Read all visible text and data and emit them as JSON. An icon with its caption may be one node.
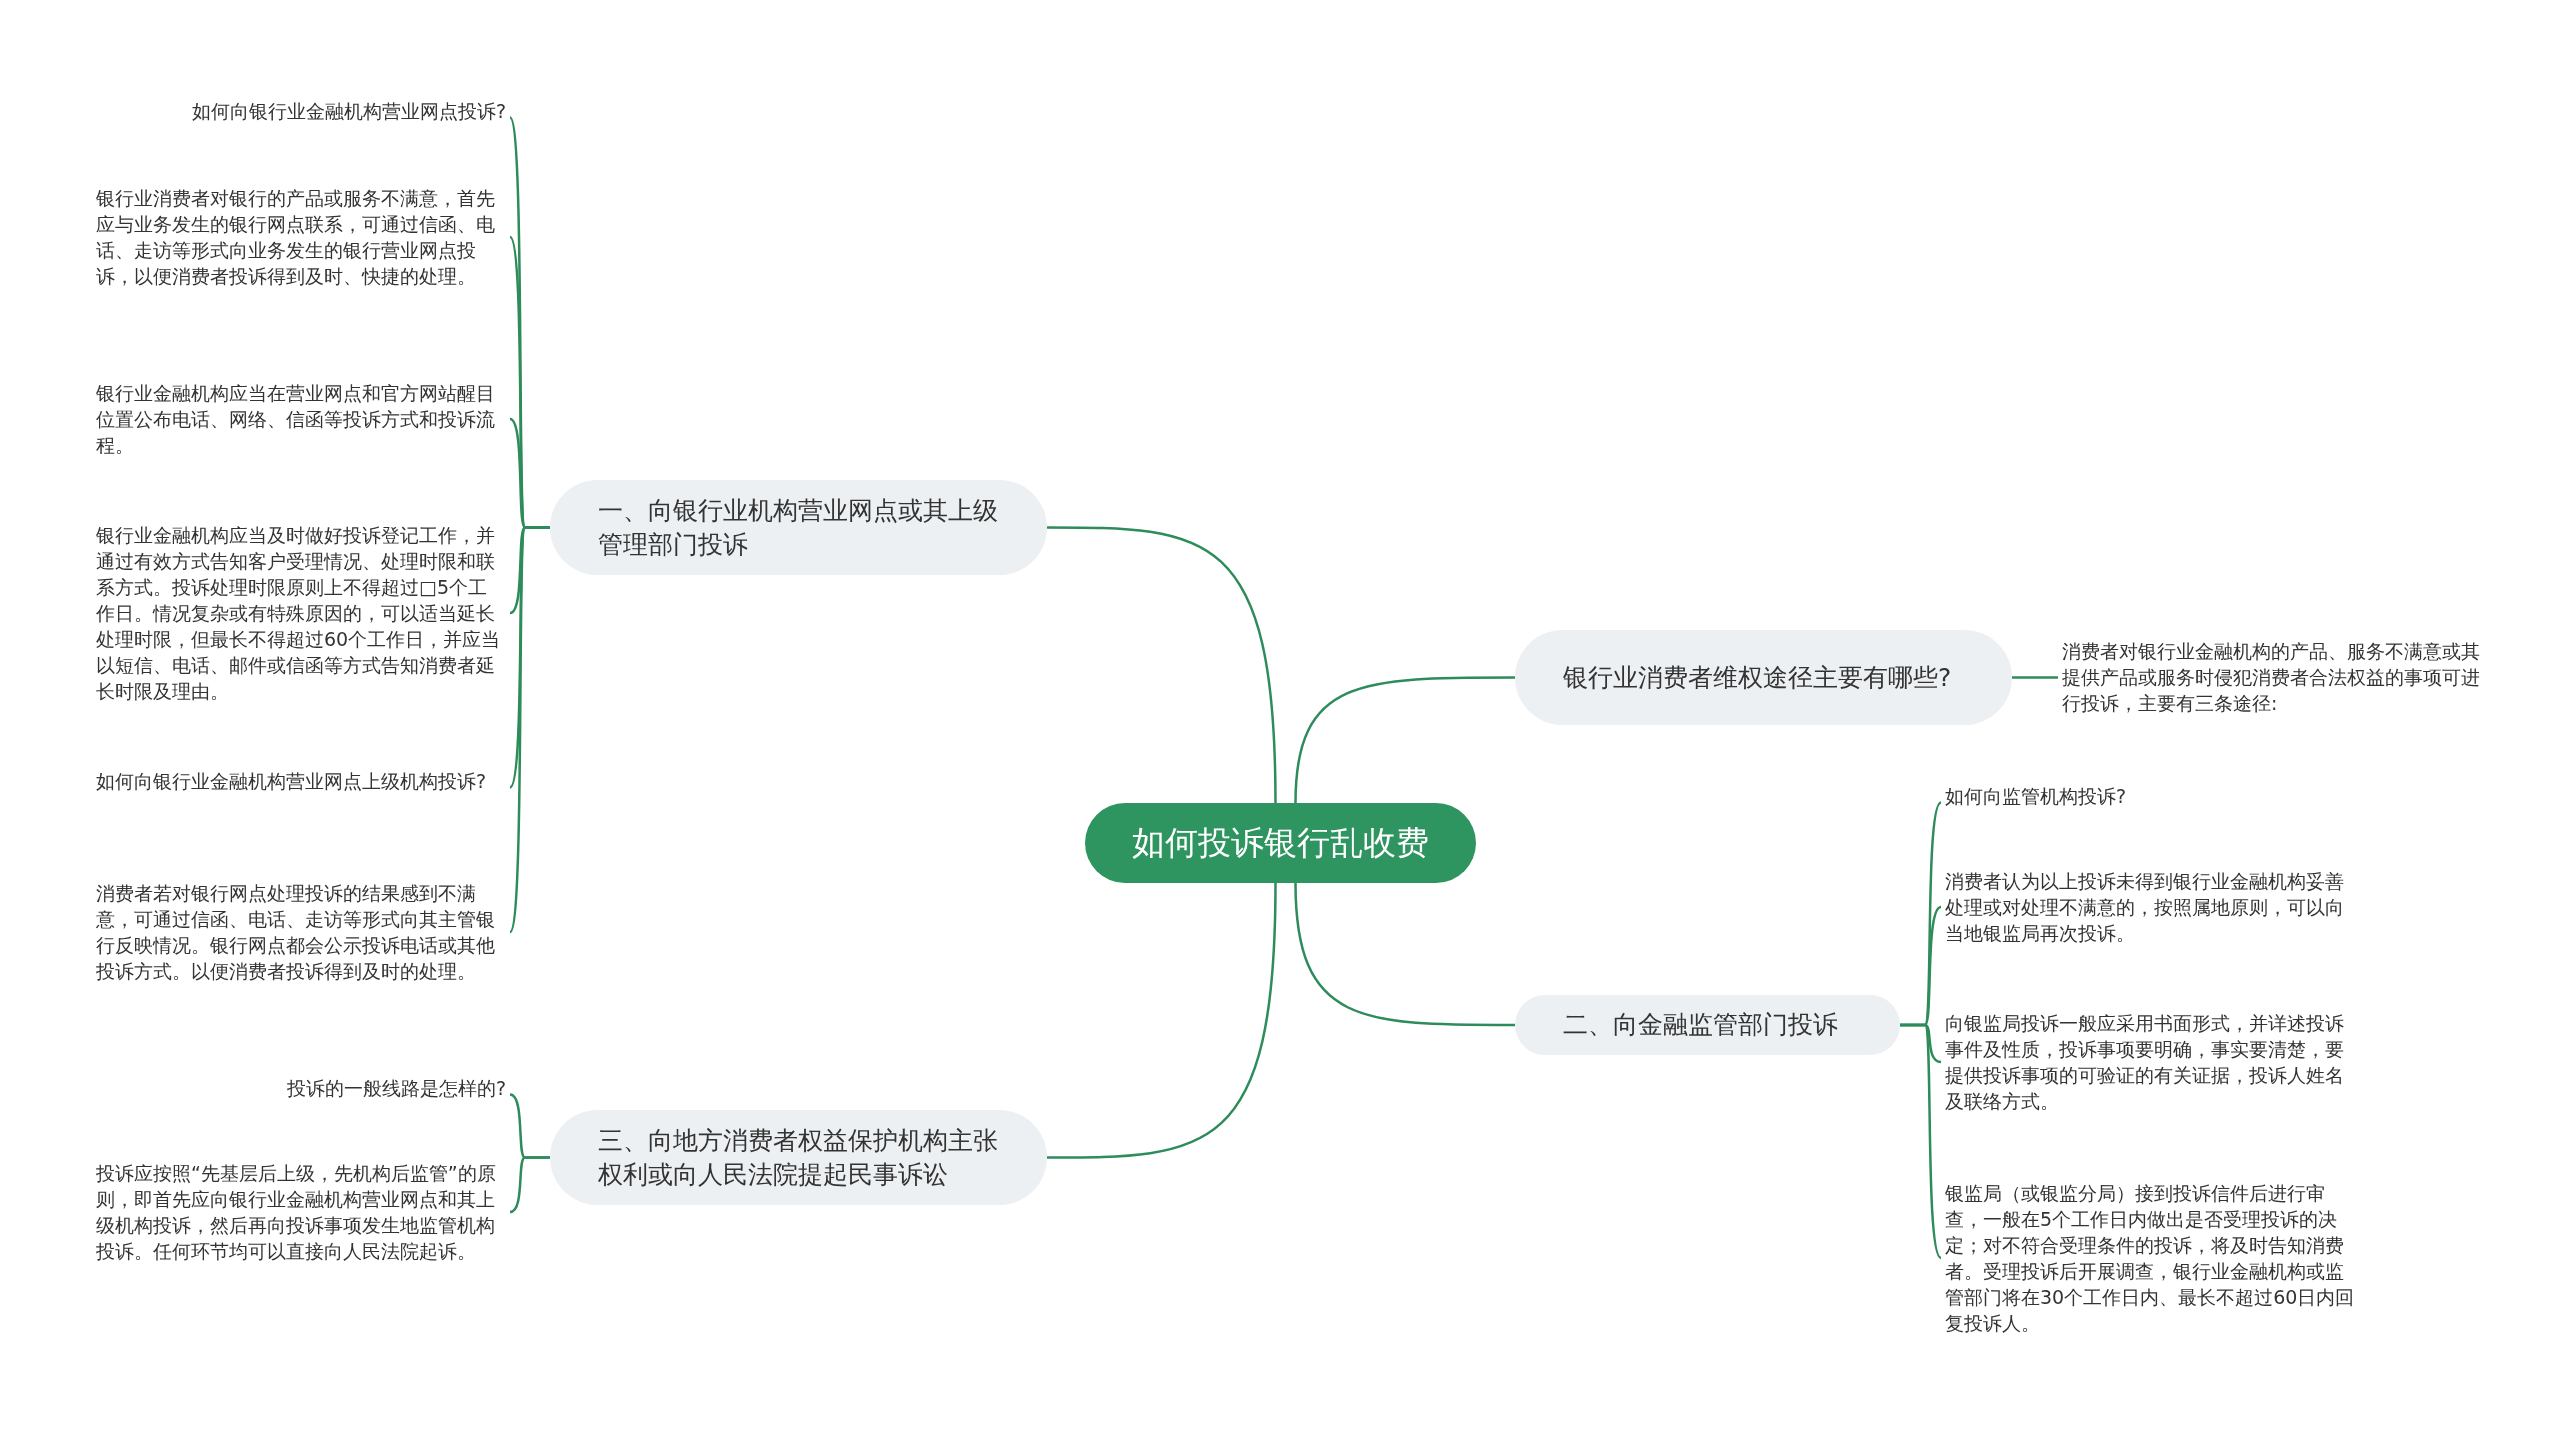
{
  "diagram": {
    "nodes": [
      {
        "text": [
          "如何投诉银行乱收费"
        ]
      },
      {
        "text": [
          "一、向银行业机构营业网点或其上级管理部门投诉"
        ]
      },
      {
        "text": [
          "如何向银行业金融机构营业网点投诉?"
        ]
      },
      {
        "text": [
          "银行业消费者对银行的产品或服务不满意，首先应与业务发生的银行网点联系，可通过信函、电话、走访等形式向业务发生的银行营业网点投诉，以便消费者投诉得到及时、快捷的处理。"
        ]
      },
      {
        "text": [
          "银行业金融机构应当在营业网点和官方网站醒目位置公布电话、网络、信函等投诉方式和投诉流程。"
        ]
      },
      {
        "text": [
          "银行业金融机构应当及时做好投诉登记工作，并通过有效方式告知客户受理情况、处理时限和联系方式。投诉处理时限原则上不得超过□5个工作日。情况复杂或有特殊原因的，可以适当延长处理时限，但最长不得超过60个工作日，并应当以短信、电话、邮件或信函等方式告知消费者延长时限及理由。"
        ]
      },
      {
        "text": [
          "如何向银行业金融机构营业网点上级机构投诉?"
        ]
      },
      {
        "text": [
          "消费者若对银行网点处理投诉的结果感到不满意，可通过信函、电话、走访等形式向其主管银行反映情况。银行网点都会公示投诉电话或其他投诉方式。以便消费者投诉得到及时的处理。"
        ]
      },
      {
        "text": [
          "银行业消费者维权途径主要有哪些?"
        ]
      },
      {
        "text": [
          "消费者对银行业金融机构的产品、服务不满意或其提供产品或服务时侵犯消费者合法权益的事项可进行投诉，主要有三条途径:"
        ]
      },
      {
        "text": [
          "二、向金融监管部门投诉"
        ]
      },
      {
        "text": [
          "如何向监管机构投诉?"
        ]
      },
      {
        "text": [
          "消费者认为以上投诉未得到银行业金融机构妥善处理或对处理不满意的，按照属地原则，可以向当地银监局再次投诉。"
        ]
      },
      {
        "text": [
          "向银监局投诉一般应采用书面形式，并详述投诉事件及性质，投诉事项要明确，事实要清楚，要提供投诉事项的可验证的有关证据，投诉人姓名及联络方式。"
        ]
      },
      {
        "text": [
          "银监局（或银监分局）接到投诉信件后进行审查，一般在5个工作日内做出是否受理投诉的决定；对不符合受理条件的投诉，将及时告知消费者。受理投诉后开展调查，银行业金融机构或监管部门将在30个工作日内、最长不超过60日内回复投诉人。"
        ]
      },
      {
        "text": [
          "三、向地方消费者权益保护机构主张权利或向人民法院提起民事诉讼"
        ]
      },
      {
        "text": [
          "投诉的一般线路是怎样的?"
        ]
      },
      {
        "text": [
          "投诉应按照“先基层后上级，先机构后监管”的原则，即首先应向银行业金融机构营业网点和其上级机构投诉，然后再向投诉事项发生地监管机构投诉。任何环节均可以直接向人民法院起诉。"
        ]
      }
    ],
    "edges": [
      {
        "from": 0,
        "to": 1,
        "arrow": "none"
      },
      {
        "from": 1,
        "to": 2,
        "arrow": "none"
      },
      {
        "from": 1,
        "to": 3,
        "arrow": "none"
      },
      {
        "from": 1,
        "to": 4,
        "arrow": "none"
      },
      {
        "from": 1,
        "to": 5,
        "arrow": "none"
      },
      {
        "from": 1,
        "to": 6,
        "arrow": "none"
      },
      {
        "from": 1,
        "to": 7,
        "arrow": "none"
      },
      {
        "from": 0,
        "to": 8,
        "arrow": "none"
      },
      {
        "from": 8,
        "to": 9,
        "arrow": "none"
      },
      {
        "from": 0,
        "to": 10,
        "arrow": "none"
      },
      {
        "from": 10,
        "to": 11,
        "arrow": "none"
      },
      {
        "from": 10,
        "to": 12,
        "arrow": "none"
      },
      {
        "from": 10,
        "to": 13,
        "arrow": "none"
      },
      {
        "from": 10,
        "to": 14,
        "arrow": "none"
      },
      {
        "from": 0,
        "to": 15,
        "arrow": "none"
      },
      {
        "from": 15,
        "to": 16,
        "arrow": "none"
      },
      {
        "from": 15,
        "to": 17,
        "arrow": "none"
      }
    ]
  }
}
